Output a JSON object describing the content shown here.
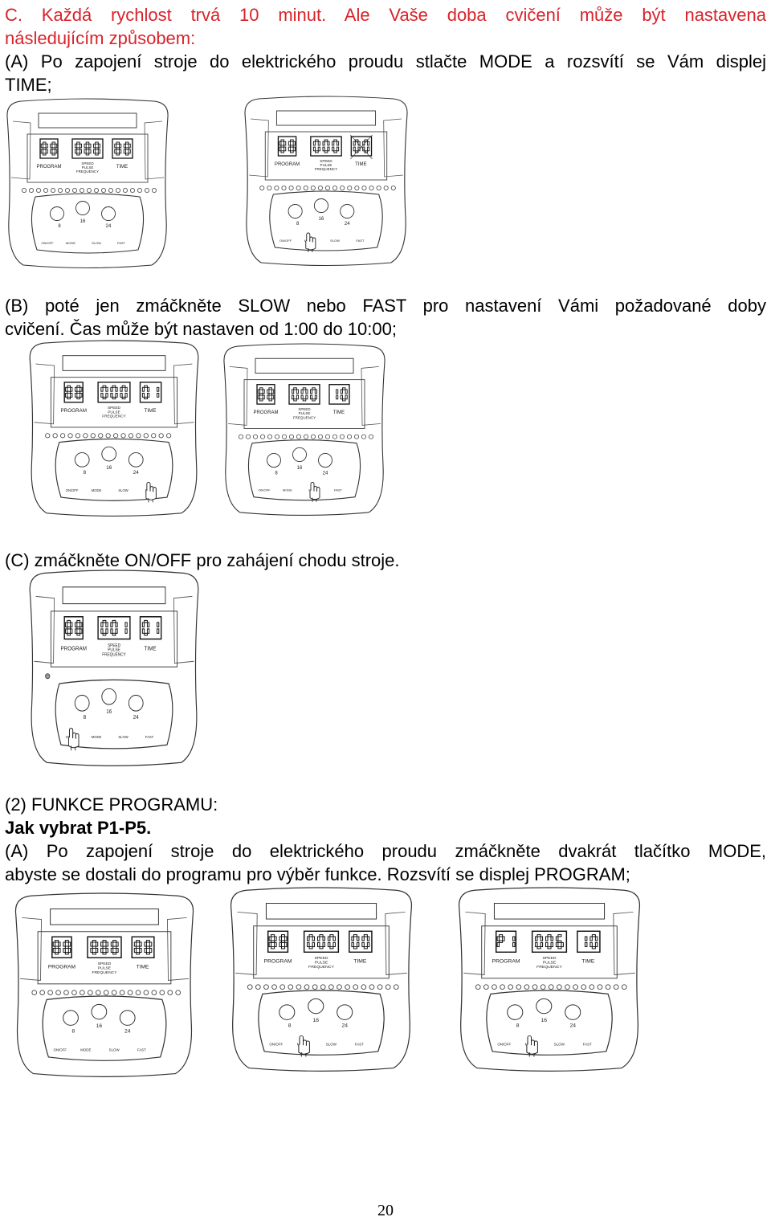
{
  "section_c": {
    "line1": "C. Každá rychlost trvá 10 minut. Ale Vaše doba cvičení může být nastavena",
    "line2": "následujícím způsobem:",
    "step_a_line1": "(A) Po zapojení stroje do elektrického proudu stlačte MODE a rozsvítí se Vám displej",
    "step_a_line2": "TIME;",
    "step_b_line1": "(B) poté jen zmáčkněte SLOW nebo FAST pro nastavení Vámi požadované doby",
    "step_b_line2": "cvičení. Čas může být nastaven od 1:00 do 10:00;",
    "step_c": "(C) zmáčkněte ON/OFF pro zahájení chodu stroje."
  },
  "section_2": {
    "heading": "(2) FUNKCE PROGRAMU:",
    "subheading": "Jak vybrat P1-P5.",
    "step_a_line1": "(A) Po zapojení stroje do elektrického proudu zmáčkněte dvakrát tlačítko MODE,",
    "step_a_line2": "abyste se dostali do programu pro výběr funkce. Rozsvítí se displej PROGRAM;"
  },
  "panel_labels": {
    "program": "PROGRAM",
    "speed": "SPEED",
    "pulse": "PULSE",
    "frequency": "FREQUENCY",
    "time": "TIME",
    "dial_8": "8",
    "dial_16": "16",
    "dial_24": "24",
    "btn_onoff": "ON/OFF",
    "btn_mode": "MODE",
    "btn_slow": "SLOW",
    "btn_fast": "FAST"
  },
  "panels": [
    {
      "program": "88",
      "speed": "888",
      "time": "88",
      "pressed": "none",
      "time_active": false,
      "leds": 19
    },
    {
      "program": "88",
      "speed": "000",
      "time": "00",
      "pressed": "mode",
      "time_active": true,
      "leds": 19
    },
    {
      "program": "88",
      "speed": "000",
      "time": "01",
      "pressed": "fast",
      "time_active": false,
      "leds": 17
    },
    {
      "program": "88",
      "speed": "000",
      "time": "10",
      "pressed": "slow",
      "time_active": false,
      "leds": 19
    },
    {
      "program": "88",
      "speed": "001",
      "time": "01",
      "pressed": "onoff",
      "time_active": false,
      "leds": 1
    },
    {
      "program": "88",
      "speed": "888",
      "time": "88",
      "pressed": "none",
      "time_active": false,
      "leds": 19
    },
    {
      "program": "88",
      "speed": "000",
      "time": "00",
      "pressed": "mode",
      "time_active": false,
      "leds": 19
    },
    {
      "program": "P1",
      "speed": "006",
      "time": "10",
      "pressed": "mode",
      "time_active": false,
      "leds": 19
    }
  ],
  "page_number": "20"
}
